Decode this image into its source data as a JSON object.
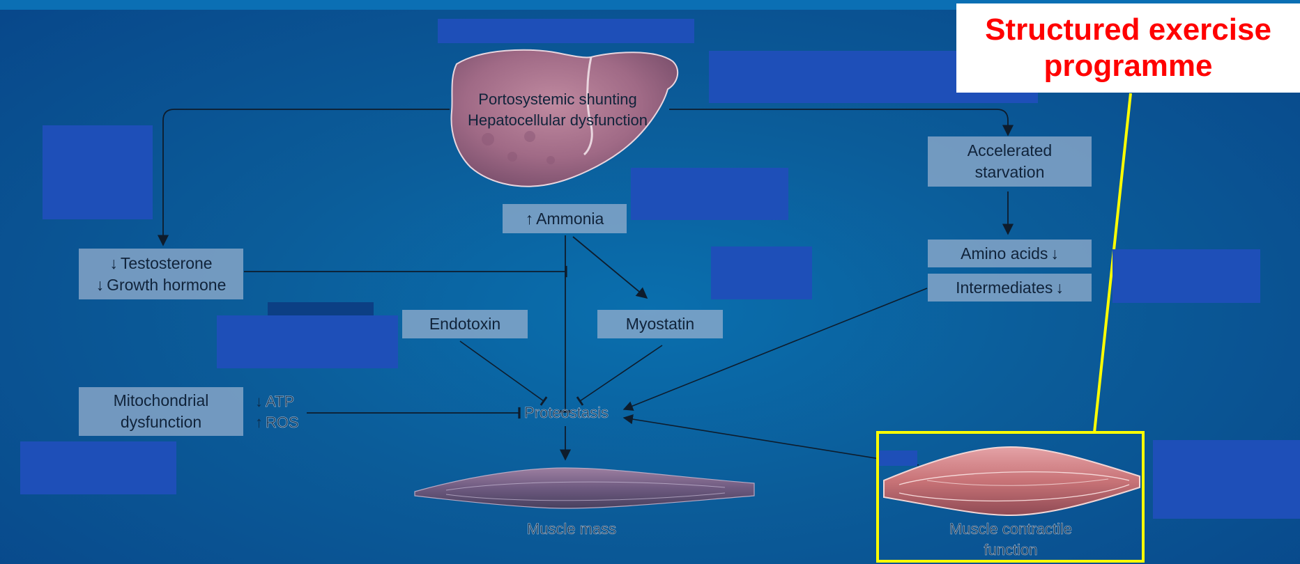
{
  "callout": {
    "line1": "Structured exercise",
    "line2": "programme"
  },
  "liver": {
    "line1": "Portosystemic shunting",
    "line2": "Hepatocellular dysfunction"
  },
  "ammonia": {
    "label": "Ammonia"
  },
  "starvation": {
    "line1": "Accelerated",
    "line2": "starvation"
  },
  "amino": {
    "label": "Amino acids"
  },
  "intermediates": {
    "label": "Intermediates"
  },
  "hormones": {
    "line1": "Testosterone",
    "line2": "Growth hormone"
  },
  "endotoxin": {
    "label": "Endotoxin"
  },
  "myostatin": {
    "label": "Myostatin"
  },
  "mito": {
    "line1": "Mitochondrial",
    "line2": "dysfunction"
  },
  "atp": {
    "label": "ATP"
  },
  "ros": {
    "label": "ROS"
  },
  "proteostasis": {
    "label": "Proteostasis"
  },
  "muscle_mass": {
    "label": "Muscle mass"
  },
  "contractile": {
    "line1": "Muscle contractile",
    "line2": "function"
  },
  "colors": {
    "callout_text": "#ff0000",
    "highlight_border": "#ffff00",
    "redaction": "#1e4fb8",
    "node_fill": "#96afcd"
  }
}
